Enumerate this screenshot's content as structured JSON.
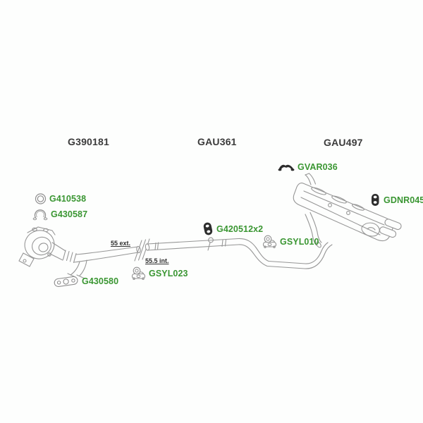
{
  "canvas": {
    "background": "#fdfefd"
  },
  "colors": {
    "section_header": "#3b3b3b",
    "part_link_green": "#3a9632",
    "dimension_text": "#2e2e2e",
    "drawing_line": "#969696",
    "dark_icon_fill": "#2d2d2d"
  },
  "sections": {
    "front": {
      "label": "G390181"
    },
    "middle": {
      "label": "GAU361"
    },
    "rear": {
      "label": "GAU497"
    }
  },
  "parts": {
    "g410538": {
      "code": "G410538",
      "icon": "gasket-ring-icon"
    },
    "g430587": {
      "code": "G430587",
      "icon": "exhaust-clamp-icon"
    },
    "g430580": {
      "code": "G430580",
      "icon": "flange-gasket-icon"
    },
    "g420512": {
      "code": "G420512x2",
      "icon": "rubber-hanger-icon"
    },
    "gsyl023": {
      "code": "GSYL023",
      "icon": "rubber-mount-icon"
    },
    "gsyl010": {
      "code": "GSYL010",
      "icon": "rubber-mount-icon"
    },
    "gvar036": {
      "code": "GVAR036",
      "icon": "mounting-bracket-icon"
    },
    "gdnr045": {
      "code": "GDNR045",
      "icon": "rubber-hanger-icon"
    }
  },
  "dimensions": {
    "external": {
      "text": "55 ext."
    },
    "internal": {
      "text": "55.5 int."
    }
  }
}
